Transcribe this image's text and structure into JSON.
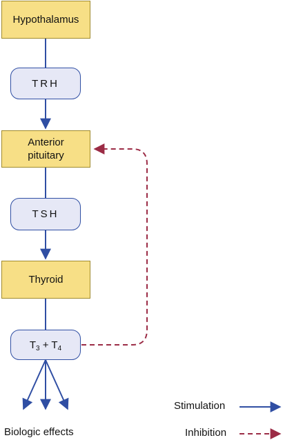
{
  "nodes": {
    "hypothalamus": "Hypothalamus",
    "trh": "TRH",
    "anterior_pituitary_line1": "Anterior",
    "anterior_pituitary_line2": "pituitary",
    "tsh": "TSH",
    "thyroid": "Thyroid",
    "t3t4": {
      "t": "T",
      "sub3": "3",
      "plus": " + ",
      "sub4": "4"
    }
  },
  "outputs": {
    "biologic_effects": "Biologic effects"
  },
  "legend": {
    "stimulation": "Stimulation",
    "inhibition": "Inhibition"
  },
  "colors": {
    "gland_fill": "#f7df86",
    "hormone_fill": "#e6e8f6",
    "stimulation_arrow": "#2f4ea3",
    "inhibition_arrow": "#9b2b45"
  }
}
